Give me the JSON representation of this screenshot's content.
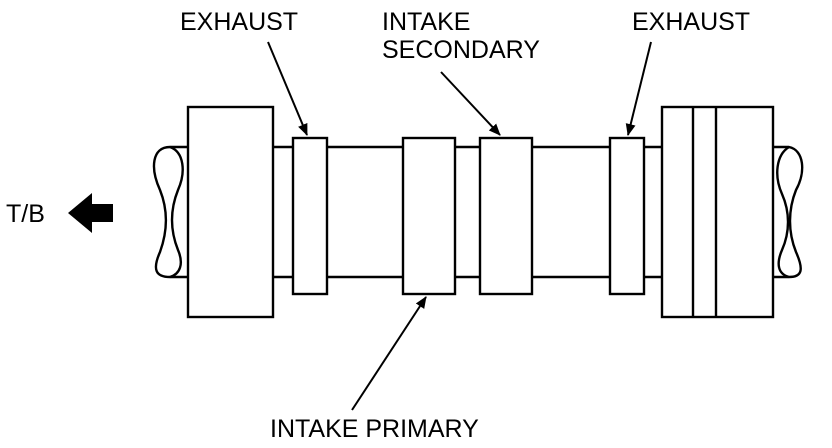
{
  "labels": {
    "exhaust_left": "EXHAUST",
    "intake_secondary_line1": "INTAKE",
    "intake_secondary_line2": "SECONDARY",
    "exhaust_right": "EXHAUST",
    "intake_primary": "INTAKE PRIMARY",
    "direction": "T/B"
  },
  "colors": {
    "stroke": "#000000",
    "fill": "#ffffff"
  },
  "icons": {
    "direction_arrow": "left-arrow-icon"
  }
}
